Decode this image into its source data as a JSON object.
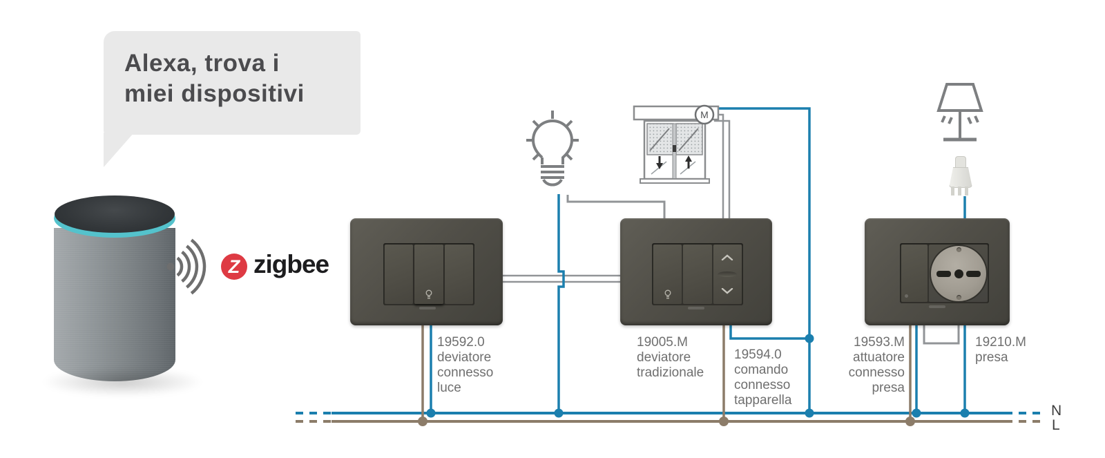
{
  "colors": {
    "wire_blue": "#1b7fae",
    "wire_brown": "#8c7c69",
    "wire_gray": "#919497",
    "plate": "#514f48",
    "zigbee_red": "#de3a43",
    "bubble_bg": "#e9e9e9"
  },
  "speech_bubble": {
    "text": "Alexa, trova i\nmiei dispositivi"
  },
  "zigbee": {
    "logo_letter": "Z",
    "label": "zigbee"
  },
  "motor_label": "M",
  "device_labels": [
    {
      "code": "19592.0",
      "text": "19592.0\ndeviatore\nconnesso\nluce"
    },
    {
      "code": "19005.M",
      "text": "19005.M\ndeviatore\ntradizionale"
    },
    {
      "code": "19594.0",
      "text": "19594.0\ncomando\nconnesso\ntapparella"
    },
    {
      "code": "19593.M",
      "text": "19593.M\nattuatore\nconnesso\npresa"
    },
    {
      "code": "19210.M",
      "text": "19210.M\npresa"
    }
  ],
  "bus_labels": {
    "neutral": "N",
    "line": "L"
  }
}
